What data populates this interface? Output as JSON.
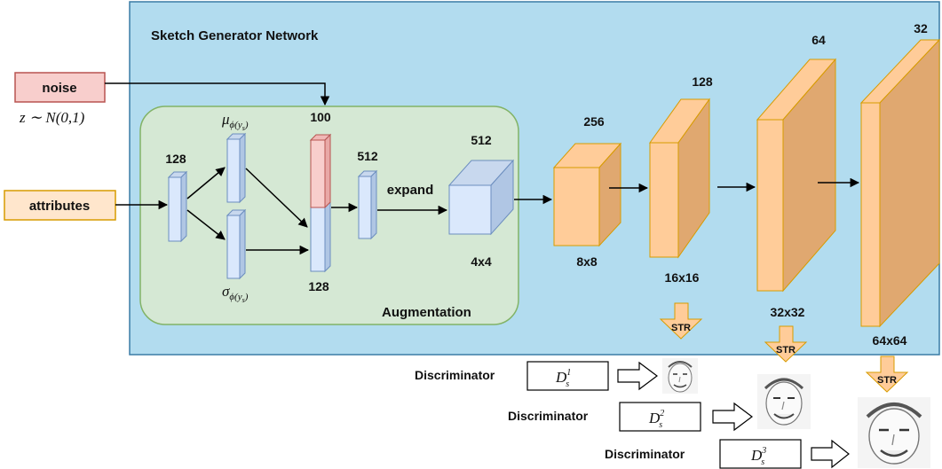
{
  "network": {
    "title": "Sketch Generator Network",
    "augmentation_label": "Augmentation"
  },
  "inputs": {
    "noise": "noise",
    "attributes": "attributes",
    "noise_dist": "z ∼ N(0,1)"
  },
  "augmentation": {
    "in_dim": "128",
    "mu": "μ",
    "sigma": "σ",
    "subscript": "ϕ(y",
    "subscript_s": "s",
    "subscript_close": ")",
    "concat_top": "100",
    "concat_bottom": "128",
    "fc": "512",
    "expand": "expand",
    "cube_channels": "512",
    "cube_size": "4x4"
  },
  "blocks": [
    {
      "channels": "256",
      "size": "8x8"
    },
    {
      "channels": "128",
      "size": "16x16"
    },
    {
      "channels": "64",
      "size": "32x32"
    },
    {
      "channels": "32",
      "size": "64x64"
    }
  ],
  "str_label": "STR",
  "discriminators": [
    {
      "label": "Discriminator",
      "symbol": "D",
      "sub": "s",
      "sup": "1"
    },
    {
      "label": "Discriminator",
      "symbol": "D",
      "sub": "s",
      "sup": "2"
    },
    {
      "label": "Discriminator",
      "symbol": "D",
      "sub": "s",
      "sup": "3"
    }
  ],
  "colors": {
    "network_bg": "#b2dcef",
    "network_border": "#3a7ca5",
    "aug_bg": "#d5e8d4",
    "aug_border": "#82b366",
    "blue_fill": "#dae8fc",
    "blue_stroke": "#6c8ebf",
    "orange_fill": "#ffcc99",
    "orange_side": "#e0a870",
    "orange_stroke": "#d79b00",
    "noise_fill": "#f8cecc",
    "noise_stroke": "#b85450",
    "attr_fill": "#ffe6cc"
  }
}
